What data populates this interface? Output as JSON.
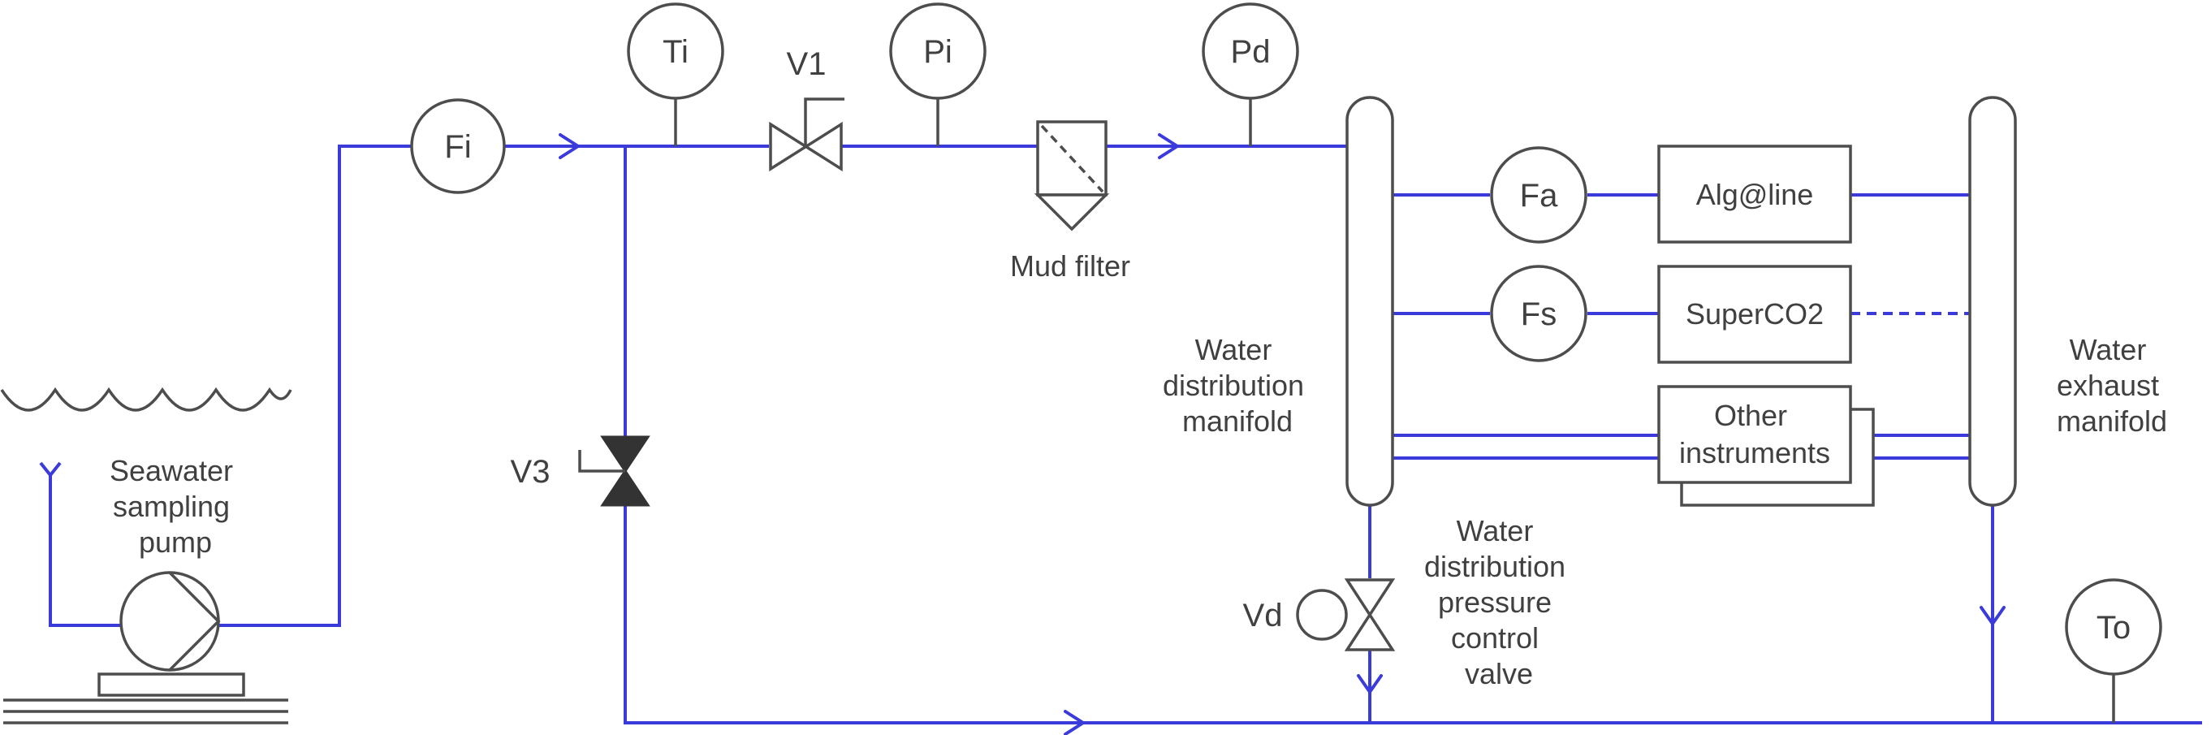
{
  "instruments": {
    "fi": "Fi",
    "ti": "Ti",
    "pi": "Pi",
    "pd": "Pd",
    "fa": "Fa",
    "fs": "Fs",
    "to": "To"
  },
  "valves": {
    "v1": "V1",
    "v3": "V3",
    "vd": "Vd"
  },
  "equipment": {
    "algaline": "Alg@line",
    "superco2": "SuperCO2",
    "other_instruments": [
      "Other",
      "instruments"
    ],
    "mud_filter": "Mud filter"
  },
  "labels": {
    "pump": [
      "Seawater",
      "sampling",
      "pump"
    ],
    "distribution_manifold": [
      "Water",
      "distribution",
      "manifold"
    ],
    "exhaust_manifold": [
      "Water",
      "exhaust",
      "manifold"
    ],
    "pressure_valve": [
      "Water",
      "distribution",
      "pressure",
      "control",
      "valve"
    ]
  },
  "colors": {
    "pipe": "#3b3bdc",
    "outline": "#4d4d4d",
    "text": "#404040"
  }
}
